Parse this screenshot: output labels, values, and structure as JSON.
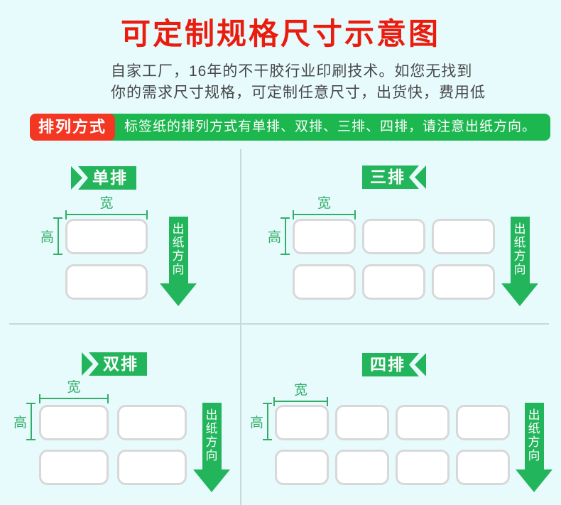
{
  "header": {
    "title": "可定制规格尺寸示意图",
    "intro_line1": "自家工厂，16年的不干胶行业印刷技术。如您无找到",
    "intro_line2": "你的需求尺寸规格，可定制任意尺寸，出货快，费用低"
  },
  "banner": {
    "label": "排列方式",
    "description": "标签纸的排列方式有单排、双排、三排、四排，请注意出纸方向。"
  },
  "quadrants": [
    {
      "id": "single",
      "title": "单排",
      "cols": 1,
      "rows": 2,
      "width_label": "宽",
      "height_label": "高",
      "arrow_label": "出纸方向",
      "ribbon_side": "left"
    },
    {
      "id": "triple",
      "title": "三排",
      "cols": 3,
      "rows": 2,
      "width_label": "宽",
      "height_label": "高",
      "arrow_label": "出纸方向",
      "ribbon_side": "right"
    },
    {
      "id": "double",
      "title": "双排",
      "cols": 2,
      "rows": 2,
      "width_label": "宽",
      "height_label": "高",
      "arrow_label": "出纸方向",
      "ribbon_side": "left"
    },
    {
      "id": "quad",
      "title": "四排",
      "cols": 4,
      "rows": 2,
      "width_label": "宽",
      "height_label": "高",
      "arrow_label": "出纸方向",
      "ribbon_side": "right"
    }
  ],
  "colors": {
    "background": "#e7fbfd",
    "title_red": "#ea1c0e",
    "banner_red": "#f43723",
    "banner_green": "#1db750",
    "diagram_green": "#23b55c",
    "measure_green": "#33ae67",
    "cell_border": "#d8d8d8",
    "divider": "#c9d8da"
  }
}
